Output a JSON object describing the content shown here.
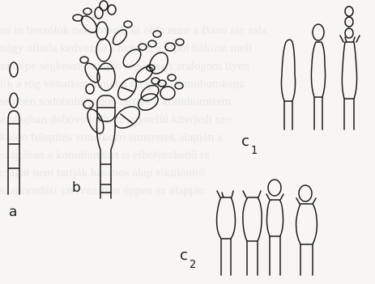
{
  "figure": {
    "labels": {
      "a": "a",
      "b": "b",
      "c1_letter": "c",
      "c1_sub": "1",
      "c2_letter": "c",
      "c2_sub": "2"
    },
    "ink_color": "#1a1a1a",
    "paper_color": "#f7f6f2"
  }
}
